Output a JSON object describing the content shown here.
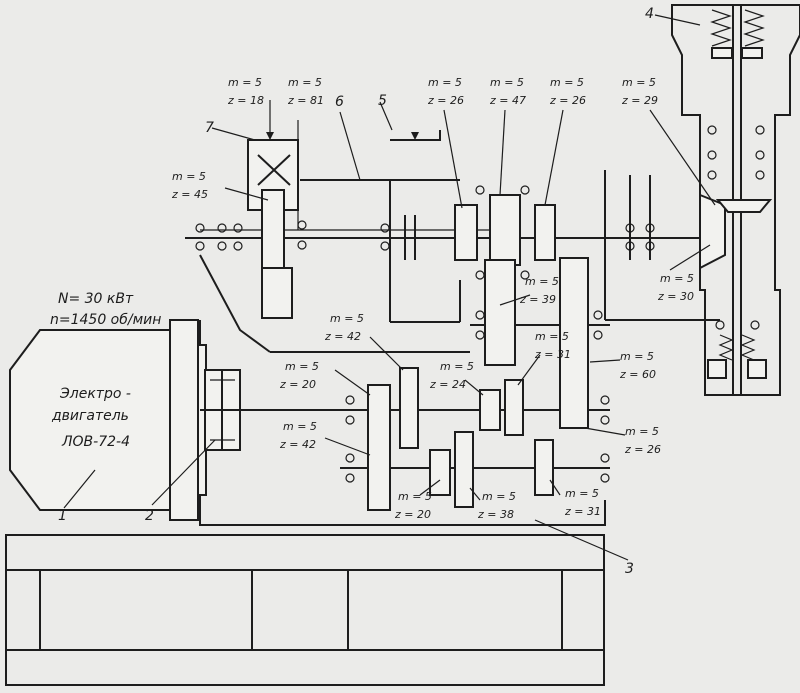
{
  "motor": {
    "power": "N= 30 кВт",
    "speed": "n=1450 об/мин",
    "name_line1": "Электро -",
    "name_line2": "двигатель",
    "name_line3": "ЛОВ-72-4"
  },
  "callouts": [
    "1",
    "2",
    "3",
    "4",
    "5",
    "6",
    "7"
  ],
  "gear_labels": [
    {
      "m": "m = 5",
      "z": "z = 18"
    },
    {
      "m": "m = 5",
      "z": "z = 81"
    },
    {
      "m": "m = 5",
      "z": "z = 26"
    },
    {
      "m": "m = 5",
      "z": "z = 47"
    },
    {
      "m": "m = 5",
      "z": "z = 26"
    },
    {
      "m": "m = 5",
      "z": "z = 29"
    },
    {
      "m": "m = 5",
      "z": "z = 45"
    },
    {
      "m": "m = 5",
      "z": "z = 39"
    },
    {
      "m": "m = 5",
      "z": "z = 30"
    },
    {
      "m": "m = 5",
      "z": "z = 42"
    },
    {
      "m": "m = 5",
      "z": "z = 31"
    },
    {
      "m": "m = 5",
      "z": "z = 20"
    },
    {
      "m": "m = 5",
      "z": "z = 24"
    },
    {
      "m": "m = 5",
      "z": "z = 60"
    },
    {
      "m": "m = 5",
      "z": "z = 42"
    },
    {
      "m": "m = 5",
      "z": "z = 26"
    },
    {
      "m": "m = 5",
      "z": "z = 20"
    },
    {
      "m": "m = 5",
      "z": "z = 38"
    },
    {
      "m": "m = 5",
      "z": "z = 31"
    }
  ]
}
